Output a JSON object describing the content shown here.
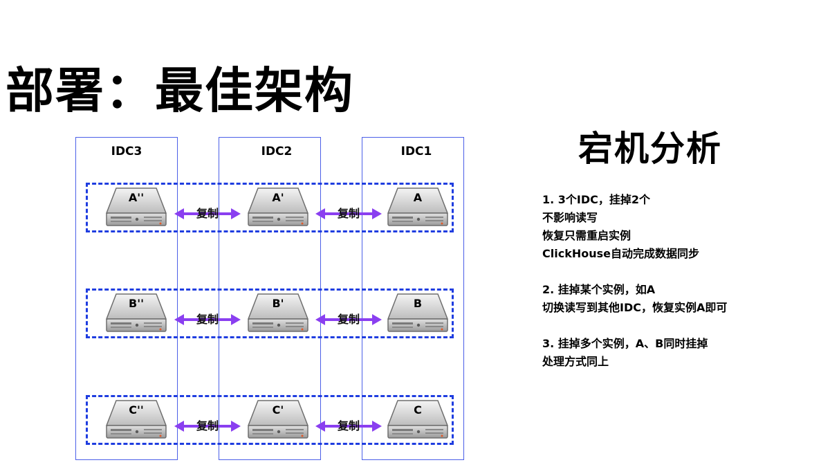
{
  "title": "部署：最佳架构",
  "idcs": [
    {
      "label": "IDC3"
    },
    {
      "label": "IDC2"
    },
    {
      "label": "IDC1"
    }
  ],
  "rows": [
    {
      "servers": [
        "A''",
        "A'",
        "A"
      ],
      "links": [
        "复制",
        "复制"
      ]
    },
    {
      "servers": [
        "B''",
        "B'",
        "B"
      ],
      "links": [
        "复制",
        "复制"
      ]
    },
    {
      "servers": [
        "C''",
        "C'",
        "C"
      ],
      "links": [
        "复制",
        "复制"
      ]
    }
  ],
  "colors": {
    "idc_border": "#4a5ee8",
    "row_dashed": "#1f3de0",
    "arrow": "#8a3ff0"
  },
  "panel": {
    "title": "宕机分析",
    "sections": [
      {
        "lines": [
          "1. 3个IDC，挂掉2个",
          "不影响读写",
          "恢复只需重启实例",
          "ClickHouse自动完成数据同步"
        ]
      },
      {
        "lines": [
          "2. 挂掉某个实例，如A",
          "切换读写到其他IDC，恢复实例A即可"
        ]
      },
      {
        "lines": [
          "3. 挂掉多个实例，A、B同时挂掉",
          "处理方式同上"
        ]
      }
    ]
  }
}
